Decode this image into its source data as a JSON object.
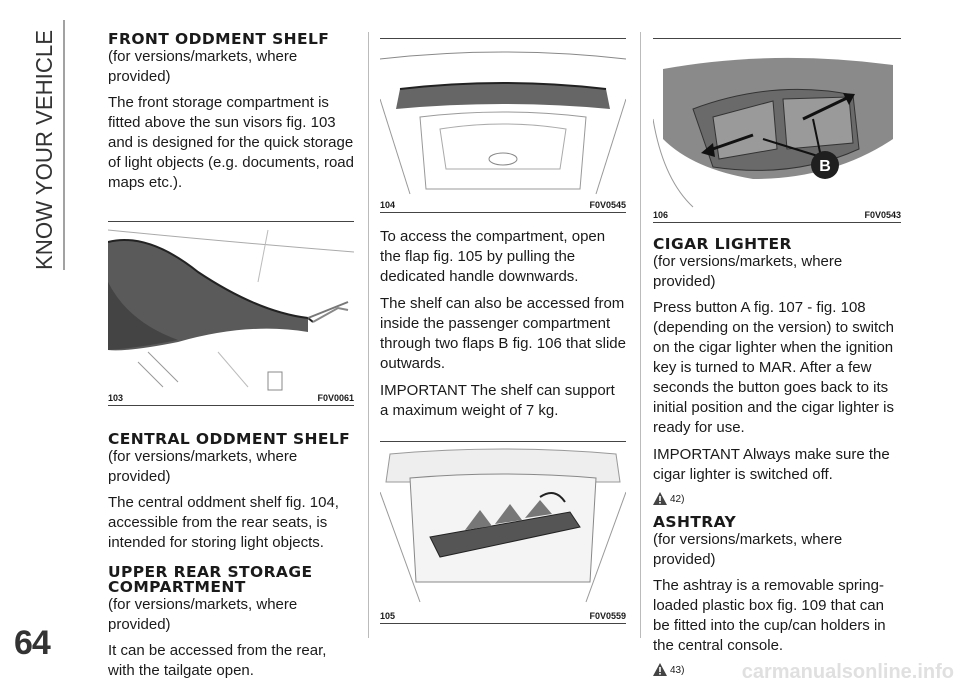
{
  "side_title": "KNOW YOUR VEHICLE",
  "page_number": "64",
  "watermark": "carmanualsonline.info",
  "col1": {
    "s1_title": "FRONT ODDMENT SHELF",
    "s1_sub": "(for versions/markets, where provided)",
    "s1_p": "The front storage compartment is fitted above the sun visors fig. 103 and is designed for the quick storage of light objects (e.g. documents, road maps etc.).",
    "fig103_num": "103",
    "fig103_code": "F0V0061",
    "s2_title": "CENTRAL ODDMENT SHELF",
    "s2_sub": "(for versions/markets, where provided)",
    "s2_p": "The central oddment shelf fig. 104, accessible from the rear seats, is intended for storing light objects.",
    "s3_title": "UPPER REAR STORAGE COMPARTMENT",
    "s3_sub": "(for versions/markets, where provided)",
    "s3_p": "It can be accessed from the rear, with the tailgate open."
  },
  "col2": {
    "fig104_num": "104",
    "fig104_code": "F0V0545",
    "p1": "To access the compartment, open the flap fig. 105 by pulling the dedicated handle downwards.",
    "p2": "The shelf can also be accessed from inside the passenger compartment through two flaps B fig. 106 that slide outwards.",
    "p3": "IMPORTANT The shelf can support a maximum weight of 7 kg.",
    "fig105_num": "105",
    "fig105_code": "F0V0559"
  },
  "col3": {
    "fig106_num": "106",
    "fig106_code": "F0V0543",
    "fig106_label": "B",
    "s1_title": "CIGAR LIGHTER",
    "s1_sub": "(for versions/markets, where provided)",
    "s1_p1": "Press button A fig. 107 - fig. 108 (depending on the version) to switch on the cigar lighter when the ignition key is turned to MAR. After a few seconds the button goes back to its initial position and the cigar lighter is ready for use.",
    "s1_p2": "IMPORTANT Always make sure the cigar lighter is switched off.",
    "warn1": "42)",
    "s2_title": "ASHTRAY",
    "s2_sub": "(for versions/markets, where provided)",
    "s2_p": "The ashtray is a removable spring-loaded plastic box fig. 109 that can be fitted into the cup/can holders in the central console.",
    "warn2": "43)"
  }
}
